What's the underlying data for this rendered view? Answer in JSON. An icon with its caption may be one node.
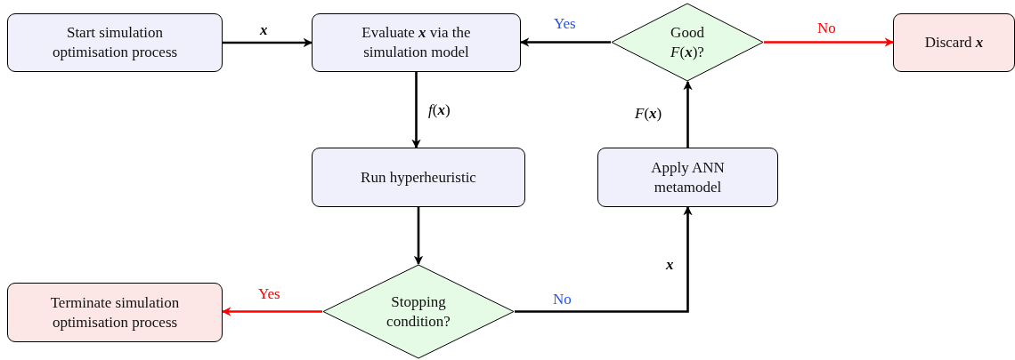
{
  "diagram": {
    "nodes": [
      {
        "text": [
          "Start simulation optimisation process"
        ]
      },
      {
        "text": [
          "Evaluate **x** via the simulation model"
        ]
      },
      {
        "text": [
          "Good *F*(**x**)?"
        ]
      },
      {
        "text": [
          "Discard **x**"
        ]
      },
      {
        "text": [
          "Run hyperheuristic"
        ]
      },
      {
        "text": [
          "Apply ANN metamodel"
        ]
      },
      {
        "text": [
          "Terminate simulation optimisation process"
        ]
      },
      {
        "text": [
          "Stopping condition?"
        ]
      }
    ],
    "edges": [
      {
        "from": 0,
        "to": 1,
        "arrow": "to",
        "label": "x"
      },
      {
        "from": 2,
        "to": 1,
        "arrow": "to",
        "label": "Yes"
      },
      {
        "from": 2,
        "to": 3,
        "arrow": "to",
        "label": "No",
        "color": "#ff0000"
      },
      {
        "from": 1,
        "to": 4,
        "arrow": "to",
        "label": "*f*(**x**)"
      },
      {
        "from": 4,
        "to": 7,
        "arrow": "to"
      },
      {
        "from": 7,
        "to": 6,
        "arrow": "to",
        "label": "Yes",
        "color": "#ff0000"
      },
      {
        "from": 7,
        "to": 5,
        "arrow": "to",
        "label": "No"
      },
      {
        "from": 5,
        "to": 2,
        "arrow": "to",
        "label": "*F*(**x**)"
      }
    ],
    "labels": [
      "x"
    ]
  }
}
